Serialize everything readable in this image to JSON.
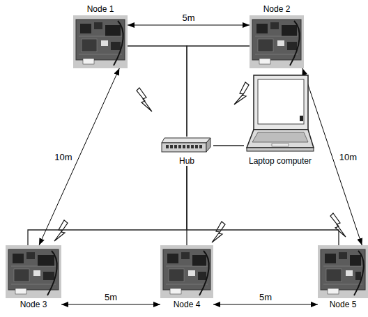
{
  "diagram": {
    "nodes": [
      {
        "text": [
          "Node 1"
        ]
      },
      {
        "text": [
          "Node 2"
        ]
      },
      {
        "text": [
          "Hub"
        ]
      },
      {
        "text": [
          "Laptop computer"
        ]
      },
      {
        "text": [
          "Node 3"
        ]
      },
      {
        "text": [
          "Node 4"
        ]
      },
      {
        "text": [
          "Node 5"
        ]
      }
    ],
    "edges": [
      {
        "from": 0,
        "to": 1,
        "arrow": "both",
        "label": "5m"
      },
      {
        "from": 0,
        "to": 2,
        "arrow": "none"
      },
      {
        "from": 1,
        "to": 2,
        "arrow": "none"
      },
      {
        "from": 2,
        "to": 3,
        "arrow": "none"
      },
      {
        "from": 0,
        "to": 4,
        "arrow": "both",
        "label": "10m"
      },
      {
        "from": 1,
        "to": 6,
        "arrow": "both",
        "label": "10m"
      },
      {
        "from": 4,
        "to": 2,
        "arrow": "none"
      },
      {
        "from": 5,
        "to": 2,
        "arrow": "none"
      },
      {
        "from": 6,
        "to": 2,
        "arrow": "none"
      },
      {
        "from": 4,
        "to": 5,
        "arrow": "both",
        "label": "5m"
      },
      {
        "from": 5,
        "to": 6,
        "arrow": "both",
        "label": "5m"
      }
    ]
  }
}
